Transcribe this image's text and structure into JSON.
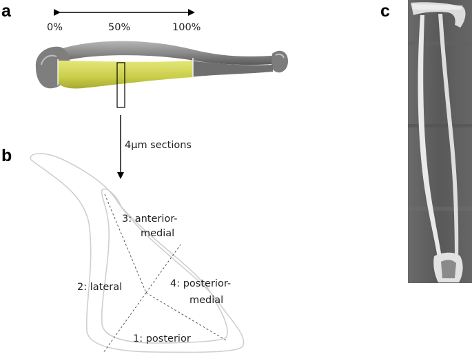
{
  "panels": {
    "a": "a",
    "b": "b",
    "c": "c"
  },
  "scale": {
    "start": "0%",
    "mid": "50%",
    "end": "100%"
  },
  "arrow_label": "4µm sections",
  "regions": {
    "anterior_medial_line1": "3: anterior-",
    "anterior_medial_line2": "medial",
    "lateral": "2: lateral",
    "posterior_medial_line1": "4: posterior-",
    "posterior_medial_line2": "medial",
    "posterior": "1: posterior"
  },
  "colors": {
    "bone_gray": "#8c8c8c",
    "highlight_yellow": "#d2d65a",
    "outline_gray": "#c8c8c8",
    "ct_background": "#5e5e5e",
    "ct_cortex": "#e6e6e6"
  }
}
